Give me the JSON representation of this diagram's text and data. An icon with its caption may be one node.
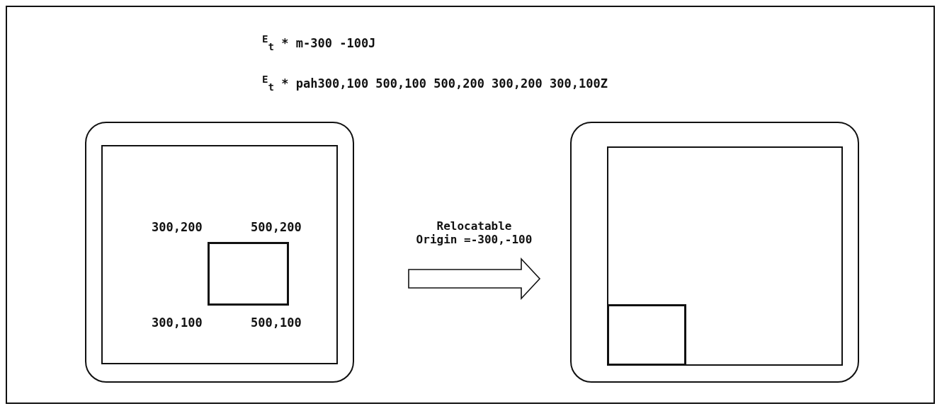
{
  "diagram": {
    "nodes": [
      {
        "text": [],
        "shape": "box"
      },
      {
        "text": [],
        "shape": "box",
        "in": 0
      },
      {
        "text": [],
        "shape": "box",
        "in": 1
      },
      {
        "text": [],
        "shape": "box"
      },
      {
        "text": [],
        "shape": "box",
        "in": 3
      },
      {
        "text": [],
        "shape": "box",
        "in": 4
      }
    ],
    "edges": [
      {
        "from": 0,
        "to": 3,
        "arrow": "to",
        "label": "Relocatable Origin =-300,-100",
        "style": "thick"
      }
    ],
    "labels": [
      "$^{E}$$_{t}$ * m-300 -100J",
      "$^{E}$$_{t}$ * pah300,100 500,100 500,200 300,200 300,100Z",
      "300,200",
      "500,200",
      "300,100",
      "500,100"
    ]
  }
}
